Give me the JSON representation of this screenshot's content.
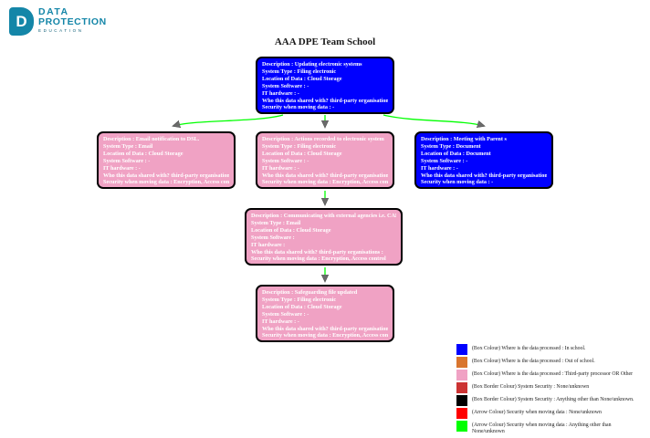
{
  "logo": {
    "icon_letter": "D",
    "line1": "DATA",
    "line2": "PROTECTION",
    "line3": "EDUCATION"
  },
  "title": "AAA DPE Team School",
  "colors": {
    "brand_teal": "#1486a8",
    "box_in_school_blue": "#0000ff",
    "box_out_of_school_orange": "#d9752e",
    "box_third_party_pink": "#f0a2c4",
    "box_border_security_none_red": "#cc3333",
    "box_border_security_other_black": "#000000",
    "arrow_security_none_red": "#ff0000",
    "arrow_security_other_green": "#00ff00",
    "arrowhead_gray": "#6b6b6b"
  },
  "boxes": [
    {
      "fill": "#0000ff",
      "lines": [
        "Description : Updating electronic systems",
        "System Type : Filing electronic",
        "Location of Data : Cloud Storage",
        "System Software : -",
        "IT hardware : -",
        "Who this data shared with? third-party organisations : -",
        "Security when moving data : -"
      ]
    },
    {
      "fill": "#f0a2c4",
      "lines": [
        "Description : Email notification to DSL.",
        "System Type : Email",
        "Location of Data : Cloud Storage",
        "System Software : -",
        "IT hardware : -",
        "Who this data shared with? third-party organisations : -",
        "Security when moving data : Encryption, Access control"
      ]
    },
    {
      "fill": "#f0a2c4",
      "lines": [
        "Description : Actions recorded to electronic system",
        "System Type : Filing electronic",
        "Location of Data : Cloud Storage",
        "System Software : -",
        "IT hardware : -",
        "Who this data shared with? third-party organisations : -",
        "Security when moving data : Encryption, Access control"
      ]
    },
    {
      "fill": "#0000ff",
      "lines": [
        "Description : Meeting with Parent s",
        "System Type : Document",
        "Location of Data : Document",
        "System Software : -",
        "IT hardware : -",
        "Who this data shared with? third-party organisations : -",
        "Security when moving data : -"
      ]
    },
    {
      "fill": "#f0a2c4",
      "lines": [
        "Description : Communicating with external agencies i.e. CADS",
        "System Type : Email",
        "Location of Data : Cloud Storage",
        "System Software :",
        "IT hardware :",
        "Who this data shared with? third-party organisations :",
        "Security when moving data : Encryption, Access control"
      ]
    },
    {
      "fill": "#f0a2c4",
      "lines": [
        "Description : Safeguarding file updated",
        "System Type : Filing electronic",
        "Location of Data : Cloud Storage",
        "System Software : -",
        "IT hardware : -",
        "Who this data shared with? third-party organisations : -",
        "Security when moving data : Encryption, Access control"
      ]
    }
  ],
  "legend": [
    {
      "swatch": "#0000ff",
      "label": "(Box Colour) Where is the data processed : In school."
    },
    {
      "swatch": "#d9752e",
      "label": "(Box Colour) Where is the data processed : Out of school."
    },
    {
      "swatch": "#f0a2c4",
      "label": "(Box Colour) Where is the data processed : Third-party processor OR Other"
    },
    {
      "swatch": "#cc3333",
      "label": "(Box Border Colour) System Security : None/unknown"
    },
    {
      "swatch": "#000000",
      "label": "(Box Border Colour) System Security : Anything other than None/unknown."
    },
    {
      "swatch": "#ff0000",
      "label": "(Arrow Colour) Security when moving data : None/unknown"
    },
    {
      "swatch": "#00ff00",
      "label": "(Arrow Colour) Security when moving data : Anything other than None/unknown"
    }
  ]
}
